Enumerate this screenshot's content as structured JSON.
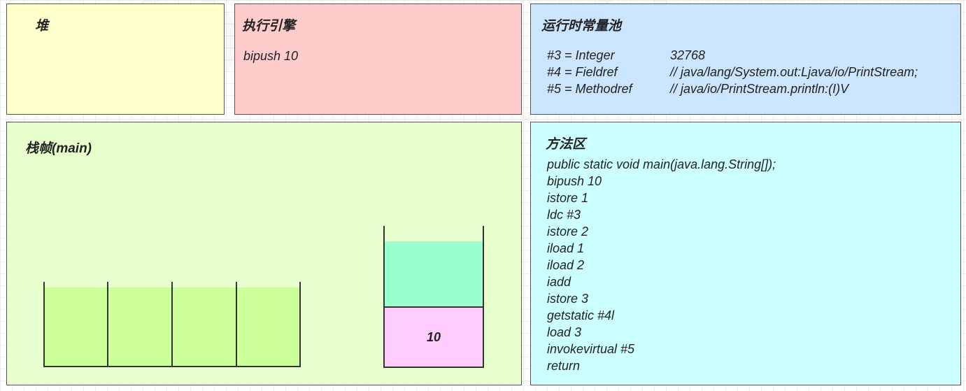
{
  "heap": {
    "title": "堆"
  },
  "engine": {
    "title": "执行引擎",
    "instruction": "bipush 10"
  },
  "constant_pool": {
    "title": "运行时常量池",
    "entries": [
      {
        "key": "#3 = Integer",
        "value": "32768"
      },
      {
        "key": "#4 = Fieldref",
        "value": "// java/lang/System.out:Ljava/io/PrintStream;"
      },
      {
        "key": "#5 = Methodref",
        "value": "// java/io/PrintStream.println:(I)V"
      }
    ]
  },
  "stack_frame": {
    "title": "栈帧(main)",
    "local_slots": 4,
    "operand_stack": [
      "10"
    ]
  },
  "method_area": {
    "title": "方法区",
    "lines": [
      "public static void main(java.lang.String[]);",
      "bipush 10",
      "istore 1",
      "ldc #3",
      "istore 2",
      "iload 1",
      "iload 2",
      "iadd",
      "istore 3",
      "getstatic #4l",
      "load 3",
      "invokevirtual #5",
      "return"
    ]
  }
}
